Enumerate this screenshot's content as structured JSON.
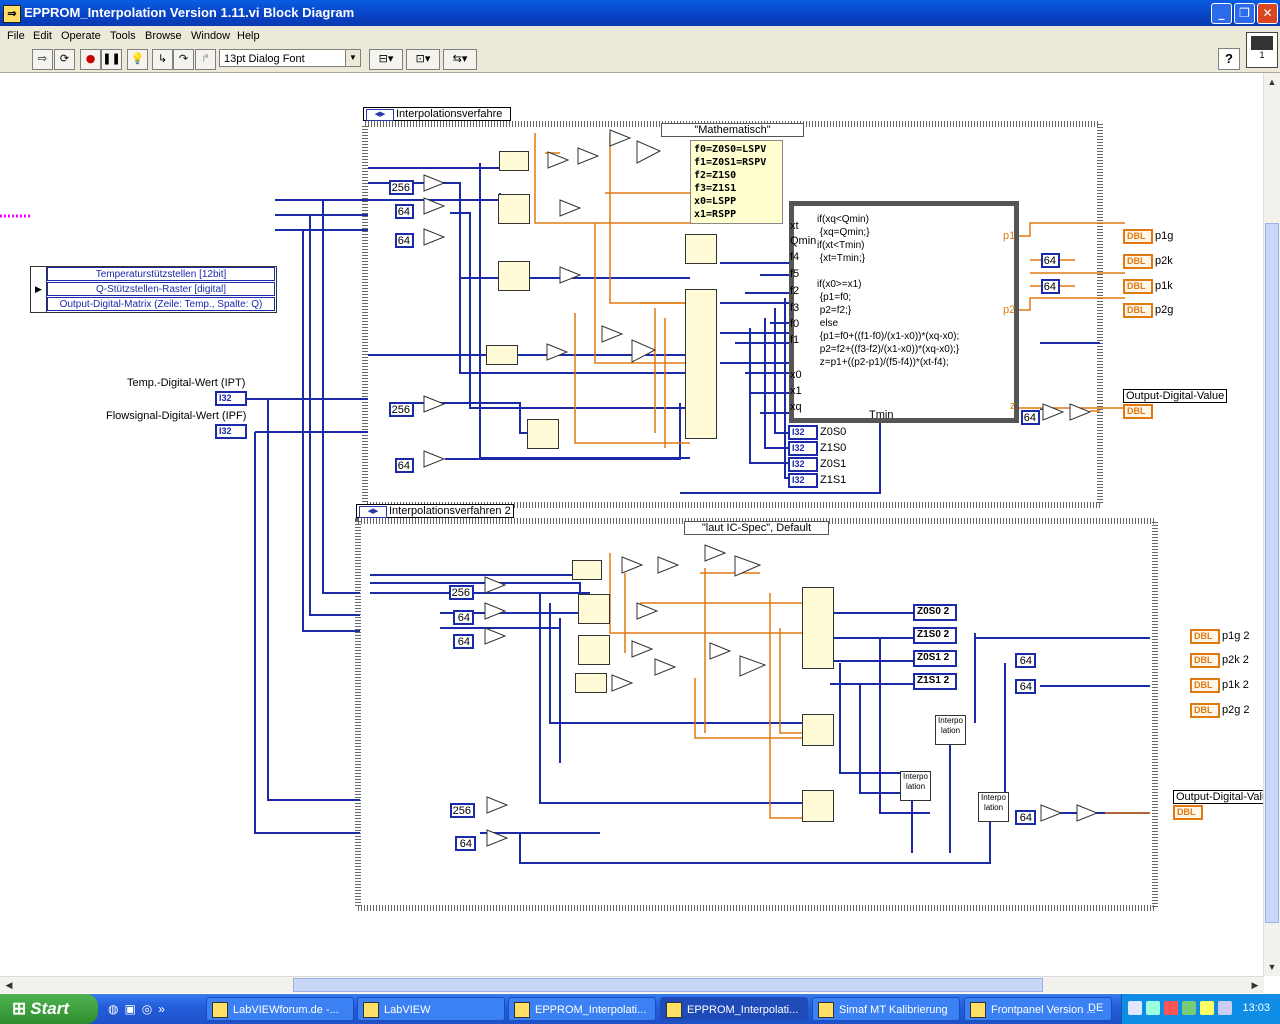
{
  "window": {
    "title": "EPPROM_Interpolation Version 1.11.vi Block Diagram",
    "controls": {
      "minimize": "_",
      "maximize": "❐",
      "close": "✕"
    }
  },
  "menu": [
    "File",
    "Edit",
    "Operate",
    "Tools",
    "Browse",
    "Window",
    "Help"
  ],
  "toolbar": {
    "font_select": "13pt Dialog Font",
    "help": "?",
    "vi_icon_label": "1"
  },
  "diagram": {
    "cluster_rows": [
      "Temperaturstützstellen [12bit]",
      "Q-Stützstellen-Raster [digital]",
      "Output-Digital-Matrix (Zeile: Temp., Spalte: Q)"
    ],
    "temp_input": "Temp.-Digital-Wert (IPT)",
    "flow_input": "Flowsignal-Digital-Wert (IPF)",
    "i32": "I32",
    "dbl": "DBL",
    "case1": {
      "label": "Interpolationsverfahre",
      "selector": "\"Mathematisch\"",
      "comment": "f0=Z0S0=LSPV\nf1=Z0S1=RSPV\nf2=Z1S0\nf3=Z1S1\nx0=LSPP\nx1=RSPP",
      "formula": "if(xq<Qmin)\n {xq=Qmin;}\nif(xt<Tmin)\n {xt=Tmin;}\n\nif(x0>=x1)\n {p1=f0;\n p2=f2;}\n else\n {p1=f0+((f1-f0)/(x1-x0))*(xq-x0);\n p2=f2+((f3-f2)/(x1-x0))*(xq-x0);}\n z=p1+((p2-p1)/(f5-f4))*(xt-f4);",
      "formula_inputs": [
        "xt",
        "Qmin",
        "f4",
        "f5",
        "f2",
        "f3",
        "f0",
        "f1",
        "x0",
        "x1",
        "xq"
      ],
      "outputs_left": [
        "p1",
        "p2"
      ],
      "z_out": "z",
      "tmin": "Tmin",
      "i32_outs": [
        "Z0S0",
        "Z1S0",
        "Z0S1",
        "Z1S1"
      ],
      "dbl_outs": [
        "p1g",
        "p2k",
        "p1k",
        "p2g"
      ],
      "output": "Output-Digital-Value",
      "consts": [
        "256",
        "64",
        "64",
        "256",
        "64",
        "64",
        "64",
        "64"
      ]
    },
    "case2": {
      "label": "Interpolationsverfahren 2",
      "selector": "\"laut IC-Spec\", Default",
      "i32_outs": [
        "Z0S0 2",
        "Z1S0 2",
        "Z0S1 2",
        "Z1S1 2"
      ],
      "dbl_outs": [
        "p1g 2",
        "p2k 2",
        "p1k 2",
        "p2g 2"
      ],
      "output": "Output-Digital-Valu",
      "interp": "Interpo lation",
      "consts": [
        "256",
        "64",
        "64",
        "256",
        "64",
        "64",
        "64",
        "64"
      ]
    }
  },
  "taskbar": {
    "start": "Start",
    "tasks": [
      "LabVIEWforum.de -...",
      "LabVIEW",
      "EPPROM_Interpolati...",
      "EPPROM_Interpolati...",
      "Simaf MT Kalibrierung",
      "Frontpanel Version ..."
    ],
    "lang": "DE",
    "clock": "13:03"
  }
}
